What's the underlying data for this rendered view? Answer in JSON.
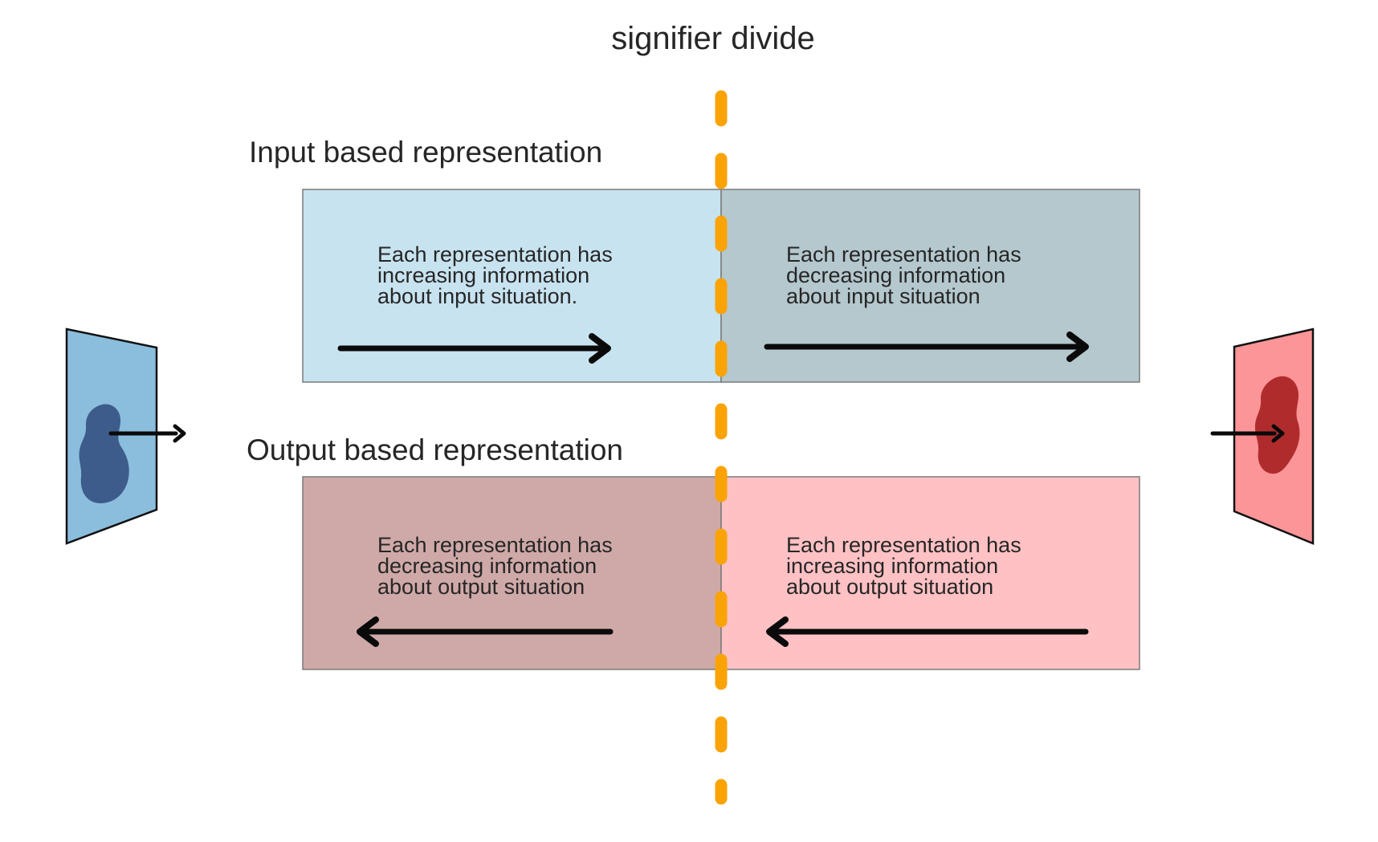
{
  "title": "signifier divide",
  "sections": {
    "input": {
      "heading": "Input based representation",
      "left_box_text": "Each representation has\nincreasing information\nabout input situation.",
      "right_box_text": "Each representation has\ndecreasing information\nabout input situation"
    },
    "output": {
      "heading": "Output based representation",
      "left_box_text": "Each representation has\ndecreasing information\nabout output situation",
      "right_box_text": "Each representation has\nincreasing information\nabout output situation"
    }
  },
  "colors": {
    "divide_dash": "#FAA307",
    "input_left_box": "#C8E3F0",
    "input_right_box": "#B4C8CE",
    "output_left_box": "#CFA9A8",
    "output_right_box": "#FFC1C4",
    "box_border": "#7A7A7A",
    "input_plane": "#8BBEDD",
    "input_blob": "#3E5C8B",
    "output_plane": "#FC9598",
    "output_blob": "#B02C2C",
    "arrow": "#0A0A0A",
    "text": "#262626"
  }
}
